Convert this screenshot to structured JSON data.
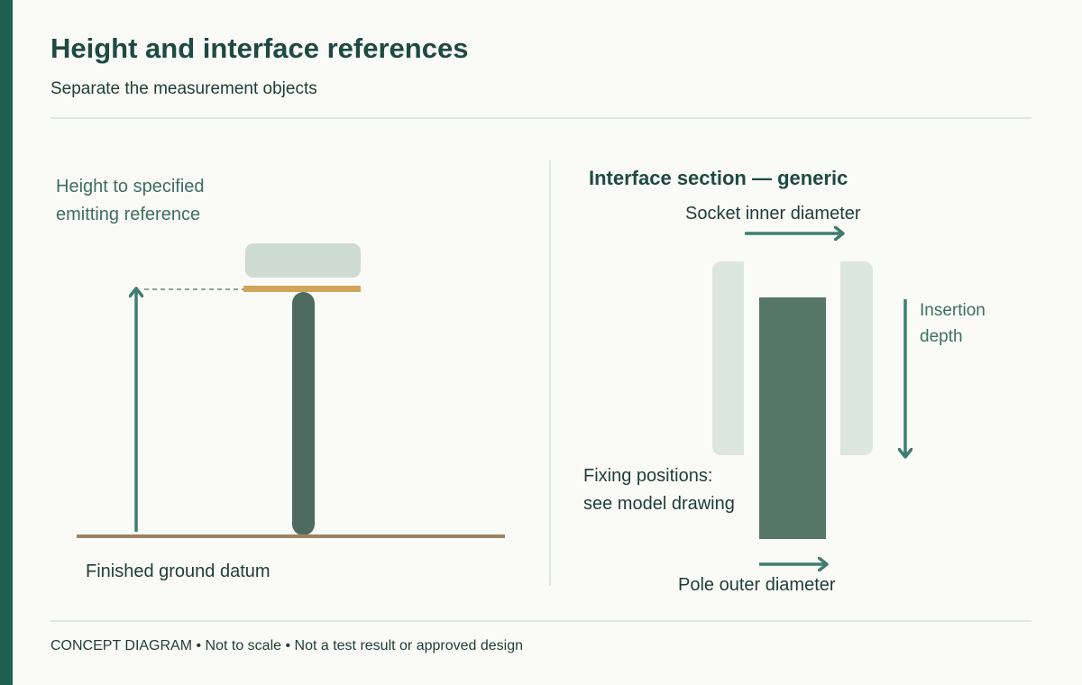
{
  "header": {
    "title": "Height and interface references",
    "subtitle": "Separate the measurement objects"
  },
  "left_panel": {
    "height_label_line1": "Height to specified",
    "height_label_line2": "emitting reference",
    "ground_label": "Finished ground datum"
  },
  "right_panel": {
    "section_title": "Interface section — generic",
    "socket_label": "Socket inner diameter",
    "insertion_label_line1": "Insertion",
    "insertion_label_line2": "depth",
    "fixing_label_line1": "Fixing positions:",
    "fixing_label_line2": "see model drawing",
    "pole_label": "Pole outer diameter"
  },
  "footer": {
    "note": "CONCEPT DIAGRAM • Not to scale • Not a test result or approved design"
  },
  "colors": {
    "accent": "#1f5f50",
    "arrow": "#3f7d70",
    "pole": "#4e6a60",
    "luminaire": "#cddbd1",
    "emitter_ref": "#d1a65a",
    "ground": "#9b8460",
    "socket": "#dbe7dd",
    "pole_section": "#557669"
  }
}
